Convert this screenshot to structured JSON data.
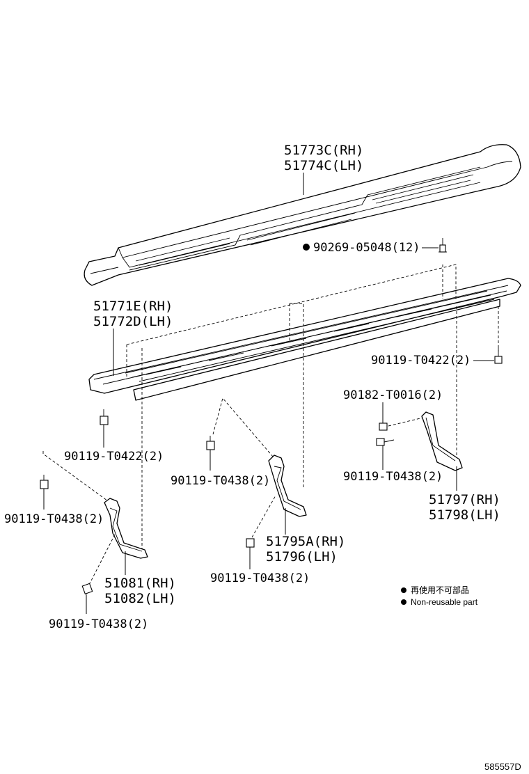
{
  "diagram": {
    "callouts": {
      "step_cover": [
        "51773C(RH)",
        "51774C(LH)"
      ],
      "clip": "90269-05048(12)",
      "step_rh_lh": [
        "51771E(RH)",
        "51772D(LH)"
      ],
      "bolt_right_upper": "90119-T0422(2)",
      "nut_right": "90182-T0016(2)",
      "bolt_left_lower": "90119-T0422(2)",
      "bolt_center_upper": "90119-T0438(2)",
      "bolt_right_lower": "90119-T0438(2)",
      "bracket_rear": [
        "51797(RH)",
        "51798(LH)"
      ],
      "bolt_left_front": "90119-T0438(2)",
      "bracket_center": [
        "51795A(RH)",
        "51796(LH)"
      ],
      "bolt_center_lower": "90119-T0438(2)",
      "bracket_front": [
        "51081(RH)",
        "51082(LH)"
      ],
      "bolt_bottom": "90119-T0438(2)"
    },
    "legend": {
      "line_ja": "再使用不可部品",
      "line_en": "Non-reusable part"
    },
    "diagram_code": "585557D"
  }
}
